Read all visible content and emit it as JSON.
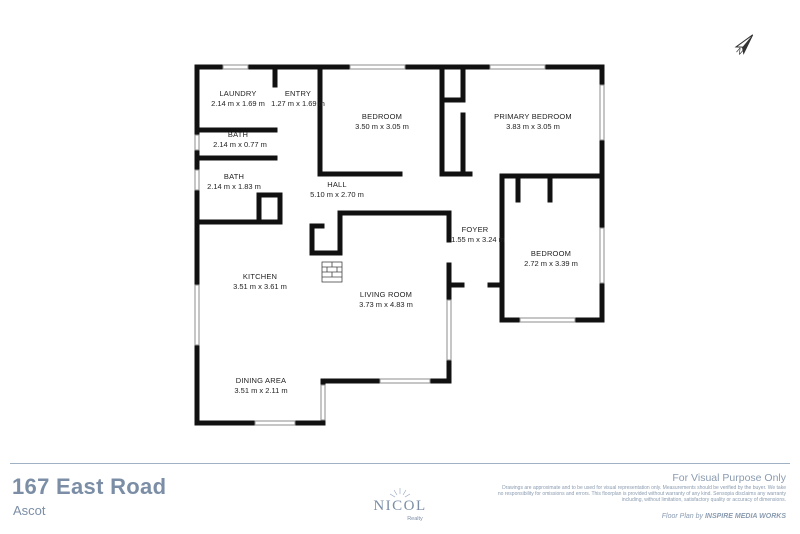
{
  "rooms": {
    "laundry": {
      "name": "LAUNDRY",
      "dim": "2.14 m x 1.69 m"
    },
    "entry": {
      "name": "ENTRY",
      "dim": "1.27 m x 1.69 m"
    },
    "bedroom1": {
      "name": "BEDROOM",
      "dim": "3.50 m x 3.05 m"
    },
    "primary": {
      "name": "PRIMARY BEDROOM",
      "dim": "3.83 m x 3.05 m"
    },
    "bath1": {
      "name": "BATH",
      "dim": "2.14 m x 0.77 m"
    },
    "bath2": {
      "name": "BATH",
      "dim": "2.14 m x 1.83 m"
    },
    "hall": {
      "name": "HALL",
      "dim": "5.10 m x 2.70 m"
    },
    "foyer": {
      "name": "FOYER",
      "dim": "1.55 m x 3.24 m"
    },
    "bedroom2": {
      "name": "BEDROOM",
      "dim": "2.72 m x 3.39 m"
    },
    "kitchen": {
      "name": "KITCHEN",
      "dim": "3.51 m x 3.61 m"
    },
    "living": {
      "name": "LIVING ROOM",
      "dim": "3.73 m x 4.83 m"
    },
    "dining": {
      "name": "DINING AREA",
      "dim": "3.51 m x 2.11 m"
    }
  },
  "compass": {
    "letter": "N",
    "icon": "north-arrow-icon"
  },
  "footer": {
    "address": "167 East Road",
    "suburb": "Ascot",
    "visual_note": "For Visual Purpose Only",
    "disclaimer": "Drawings are approximate and to be used for visual representation only. Measurements should be verified by the buyer. We take no responsibility for omissions and errors. This floorplan is provided without warranty of any kind. Sensopia disclaims any warranty including, without limitation, satisfactory quality or accuracy of dimensions.",
    "credit_prefix": "Floor Plan by",
    "credit_company": "INSPIRE MEDIA WORKS",
    "logo_text": "NICOL",
    "logo_subtext": "Realty"
  },
  "colors": {
    "wall": "#111111",
    "footer_text": "#7b8ea6",
    "rule": "#9fb2c4",
    "window": "#9a9a9a"
  }
}
